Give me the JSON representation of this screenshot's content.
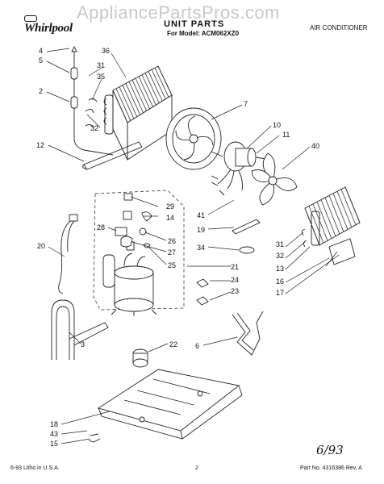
{
  "watermark": "AppliancePartsPros.com",
  "header": {
    "brand": "Whirlpool",
    "title": "UNIT PARTS",
    "model_line": "For Model: ACM062XZ0",
    "category": "AIR CONDITIONER"
  },
  "footer": {
    "left": "6-93  Litho in U.S.A.",
    "page": "2",
    "right": "Part No. 4316386 Rev. A",
    "handwritten": "6/93"
  },
  "callouts": {
    "c4": "4",
    "c5": "5",
    "c36": "36",
    "c31a": "31",
    "c35": "35",
    "c2": "2",
    "c32a": "32",
    "c7": "7",
    "c10": "10",
    "c11": "11",
    "c12": "12",
    "c40": "40",
    "c29": "29",
    "c14": "14",
    "c28": "28",
    "c26": "26",
    "c27": "27",
    "c25": "25",
    "c41": "41",
    "c19": "19",
    "c34": "34",
    "c21": "21",
    "c24": "24",
    "c23": "23",
    "c20": "20",
    "c31b": "31",
    "c32b": "32",
    "c13": "13",
    "c16": "16",
    "c17": "17",
    "c3": "3",
    "c22": "22",
    "c6": "6",
    "c18": "18",
    "c43": "43",
    "c15": "15"
  }
}
